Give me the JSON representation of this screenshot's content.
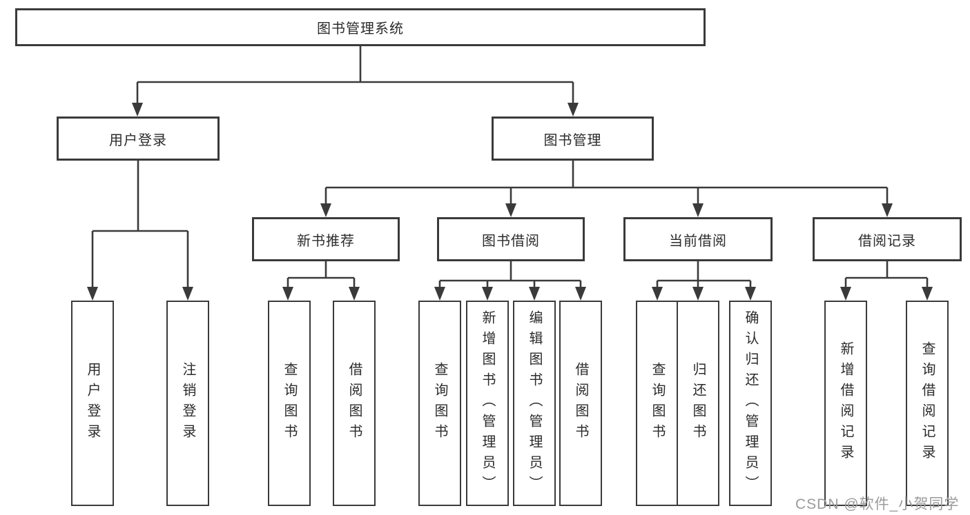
{
  "tree": {
    "root": {
      "label": "图书管理系统",
      "children": [
        {
          "label": "用户登录",
          "children": [
            {
              "label": "用户登录"
            },
            {
              "label": "注销登录"
            }
          ]
        },
        {
          "label": "图书管理",
          "children": [
            {
              "label": "新书推荐",
              "children": [
                {
                  "label": "查询图书"
                },
                {
                  "label": "借阅图书"
                }
              ]
            },
            {
              "label": "图书借阅",
              "children": [
                {
                  "label": "查询图书"
                },
                {
                  "label": "新增图书（管理员）"
                },
                {
                  "label": "编辑图书（管理员）"
                },
                {
                  "label": "借阅图书"
                }
              ]
            },
            {
              "label": "当前借阅",
              "children": [
                {
                  "label": "查询图书"
                },
                {
                  "label": "归还图书"
                },
                {
                  "label": "确认归还（管理员）"
                }
              ]
            },
            {
              "label": "借阅记录",
              "children": [
                {
                  "label": "新增借阅记录"
                },
                {
                  "label": "查询借阅记录"
                }
              ]
            }
          ]
        }
      ]
    }
  },
  "watermark": "CSDN @软件_小贺同学",
  "colors": {
    "line": "#3a3a3a",
    "border": "#3a3a3a",
    "text": "#2b2b2b",
    "watermark": "#9b9b9b",
    "background": "#ffffff"
  }
}
